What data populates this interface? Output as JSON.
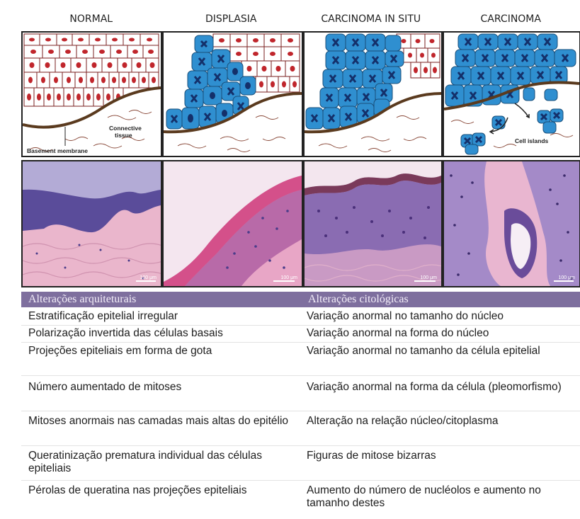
{
  "columns": [
    "NORMAL",
    "DISPLASIA",
    "CARCINOMA IN SITU",
    "CARCINOMA"
  ],
  "diagram_labels": {
    "connective_tissue": "Connective tissue",
    "basement_membrane": "Basement membrane",
    "cell_islands": "Cell islands"
  },
  "scale_bar": "100 μm",
  "table": {
    "headers": [
      "Alterações arquiteturais",
      "Alterações citológicas"
    ],
    "rows": [
      [
        "Estratificação epitelial irregular",
        "Variação anormal no tamanho do núcleo"
      ],
      [
        "Polarização invertida das células basais",
        "Variação anormal na forma do núcleo"
      ],
      [
        "Projeções epiteliais em forma de gota",
        "Variação anormal no tamanho da célula epitelial"
      ],
      [
        "Número aumentado de mitoses",
        "Variação anormal na forma da célula (pleomorfismo)"
      ],
      [
        "Mitoses anormais nas camadas mais altas do epitélio",
        "Alteração na relação núcleo/citoplasma"
      ],
      [
        "Queratinização prematura individual das células epiteliais",
        "Figuras de mitose bizarras"
      ],
      [
        "Pérolas de queratina nas projeções epiteliais",
        "Aumento do número de nucléolos e aumento no tamanho destes"
      ]
    ]
  },
  "colors": {
    "table_header_bg": "#7e6f9e",
    "dysplastic_cell": "#2f8fd0",
    "normal_nucleus": "#c0262c",
    "membrane": "#5a3a1e",
    "he_pink": "#e6a8c4",
    "he_purple": "#6a5aa8"
  }
}
